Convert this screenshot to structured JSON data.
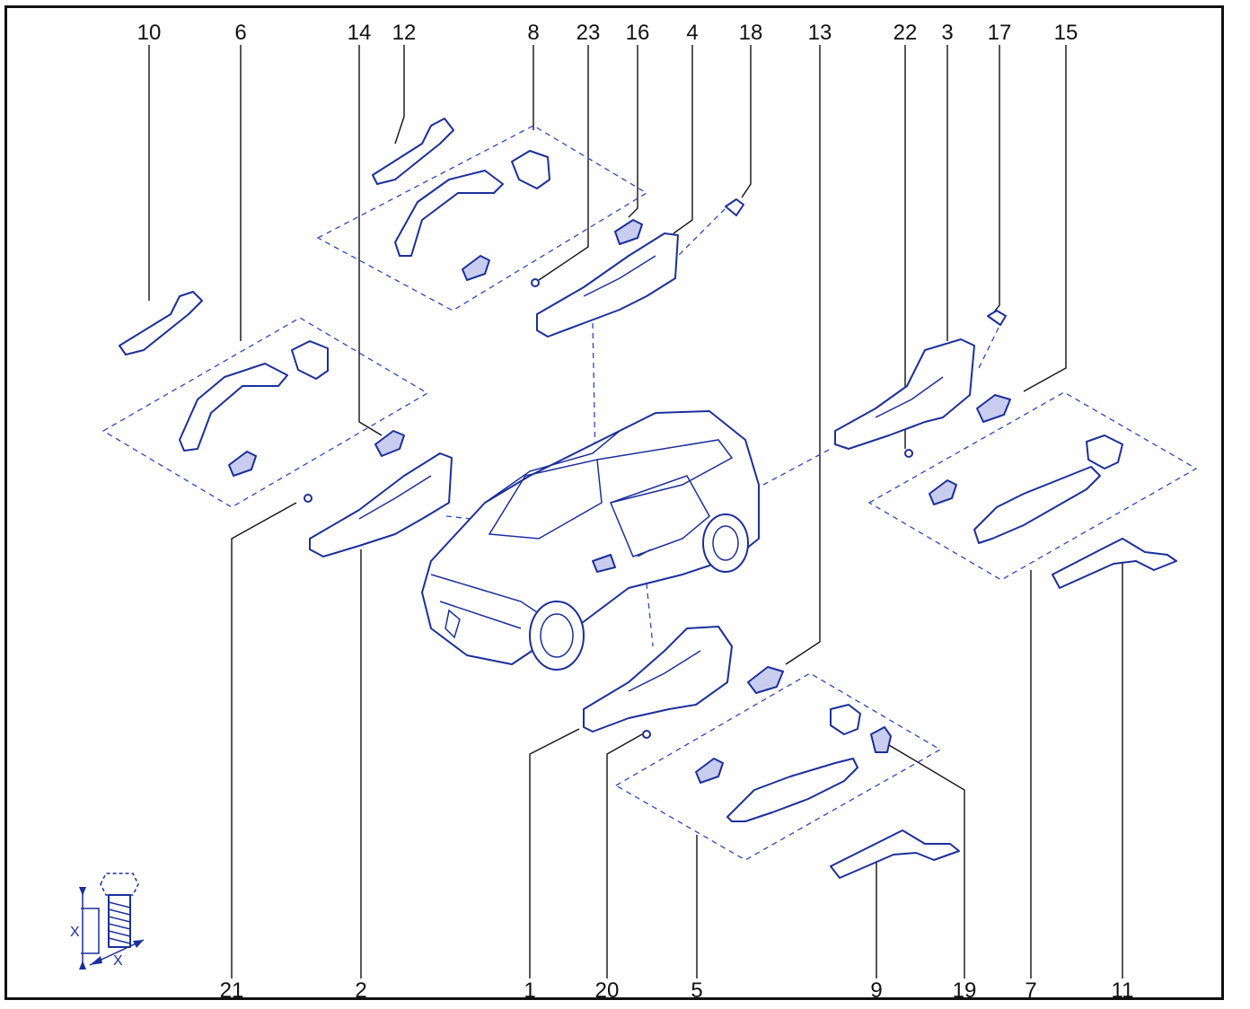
{
  "callouts": {
    "n10": "10",
    "n6": "6",
    "n14": "14",
    "n12": "12",
    "n8": "8",
    "n23": "23",
    "n16": "16",
    "n4": "4",
    "n18": "18",
    "n13": "13",
    "n22": "22",
    "n3": "3",
    "n17": "17",
    "n15": "15",
    "b21": "21",
    "b2": "2",
    "b1": "1",
    "b20": "20",
    "b5": "5",
    "b9": "9",
    "b19": "19",
    "b7": "7",
    "b11": "11"
  },
  "torque_symbol": {
    "dimension_label": "X",
    "icon": "bolt-torque-icon"
  },
  "colors": {
    "line": "#1a2f9c",
    "dashed": "#2b45c4",
    "fill": "#c8cdf0",
    "frame": "#111111"
  }
}
